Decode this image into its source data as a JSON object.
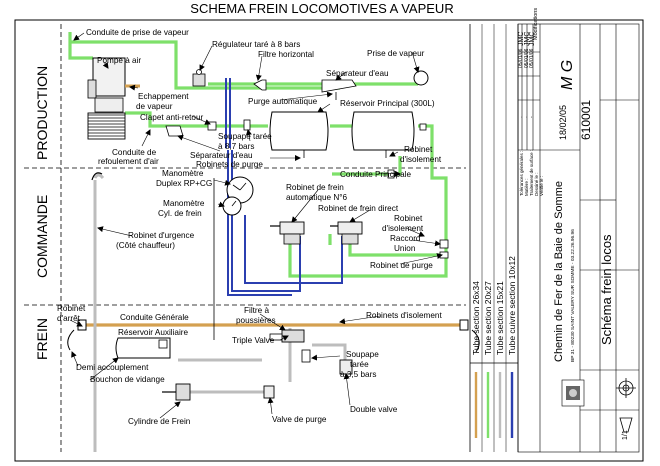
{
  "title": "SCHEMA FREIN LOCOMOTIVES A VAPEUR",
  "sections": {
    "production": "PRODUCTION",
    "commande": "COMMANDE",
    "frein": "FREIN"
  },
  "labels": {
    "conduite_prise_vapeur": "Conduite de prise de vapeur",
    "pompe_air": "Pompe à air",
    "regulateur_1": "Régulateur taré à 8 bars",
    "filtre_horizontal": "Filtre horizontal",
    "prise_vapeur": "Prise de vapeur",
    "separateur_eau_1": "Séparateur d'eau",
    "echappement_1": "Echappement",
    "echappement_2": "de vapeur",
    "purge_auto": "Purge automatique",
    "reservoir_principal": "Réservoir Principal (300L)",
    "clapet": "Clapet anti-retour",
    "soupape_87_1": "Soupape tarée",
    "soupape_87_2": "à 8,7 bars",
    "refoulement_1": "Conduite de",
    "refoulement_2": "refoulement d'air",
    "separateur_eau_2": "Séparateur d'eau",
    "robinets_purge": "Robinets de purge",
    "robinet_isolement_1a": "Robinet",
    "robinet_isolement_1b": "d'isolement",
    "conduite_principale": "Conduite Principale",
    "manometre_duplex_1": "Manomètre",
    "manometre_duplex_2": "Duplex RP+CG",
    "robinet_auto_1": "Robinet de frein",
    "robinet_auto_2": "automatique N°6",
    "manometre_cyl_1": "Manomètre",
    "manometre_cyl_2": "Cyl. de frein",
    "robinet_direct": "Robinet de frein direct",
    "robinet_isolement_2a": "Robinet",
    "robinet_isolement_2b": "d'isolement",
    "robinet_urgence_1": "Robinet d'urgence",
    "robinet_urgence_2": "(Côté chauffeur)",
    "raccord_1": "Raccord",
    "raccord_2": "Union",
    "robinet_purge": "Robinet de purge",
    "robinet_arret_1": "Robinet",
    "robinet_arret_2": "d'arrêt",
    "conduite_generale": "Conduite Générale",
    "filtre_poussieres_1": "Filtre à",
    "filtre_poussieres_2": "poussières",
    "robinets_isolement": "Robinets d'isolement",
    "reservoir_auxiliaire": "Réservoir Auxiliaire",
    "triple_valve": "Triple Valve",
    "demi_accouplement": "Demi accouplement",
    "bouchon_vidange": "Bouchon de vidange",
    "soupape_35_1": "Soupape",
    "soupape_35_2": "tarée",
    "soupape_35_3": "à 3,5 bars",
    "double_valve": "Double valve",
    "cylindre_frein": "Cylindre de Frein",
    "valve_purge": "Valve de purge"
  },
  "legend": [
    {
      "label": "Tube section 26x34",
      "color": "#d4a050"
    },
    {
      "label": "Tube section 20x27",
      "color": "#7ee06a"
    },
    {
      "label": "Tube section 15x21",
      "color": "#bdbdbd"
    },
    {
      "label": "Tube cuivre section 10x12",
      "color": "#2b3fb0"
    }
  ],
  "title_block": {
    "org_name": "Chemin de Fer de la Baie de Somme",
    "org_address": "BP 31 - 80230 SAINT VALERY SUR SOMME - 03.22.26.96.96",
    "drawing_title": "Schéma frein locos",
    "drawing_number": "610001",
    "date": "18/02/05",
    "scale": "1/1",
    "logo_text": "M G",
    "form_rows": [
      "Tolérances générales :",
      "Matière :",
      "Traitement de surface :",
      "Dessiné le :",
      "Vérifié le :"
    ],
    "form_values": [
      "-",
      "-",
      "-",
      "18/02/05",
      "-"
    ],
    "modifications": "Modifications",
    "modif_rows": [
      {
        "date": "05/01/06",
        "author": "JMC"
      },
      {
        "date": "05/01/06",
        "author": "JMC"
      },
      {
        "date": "05/01/06",
        "author": "JMC"
      }
    ]
  }
}
